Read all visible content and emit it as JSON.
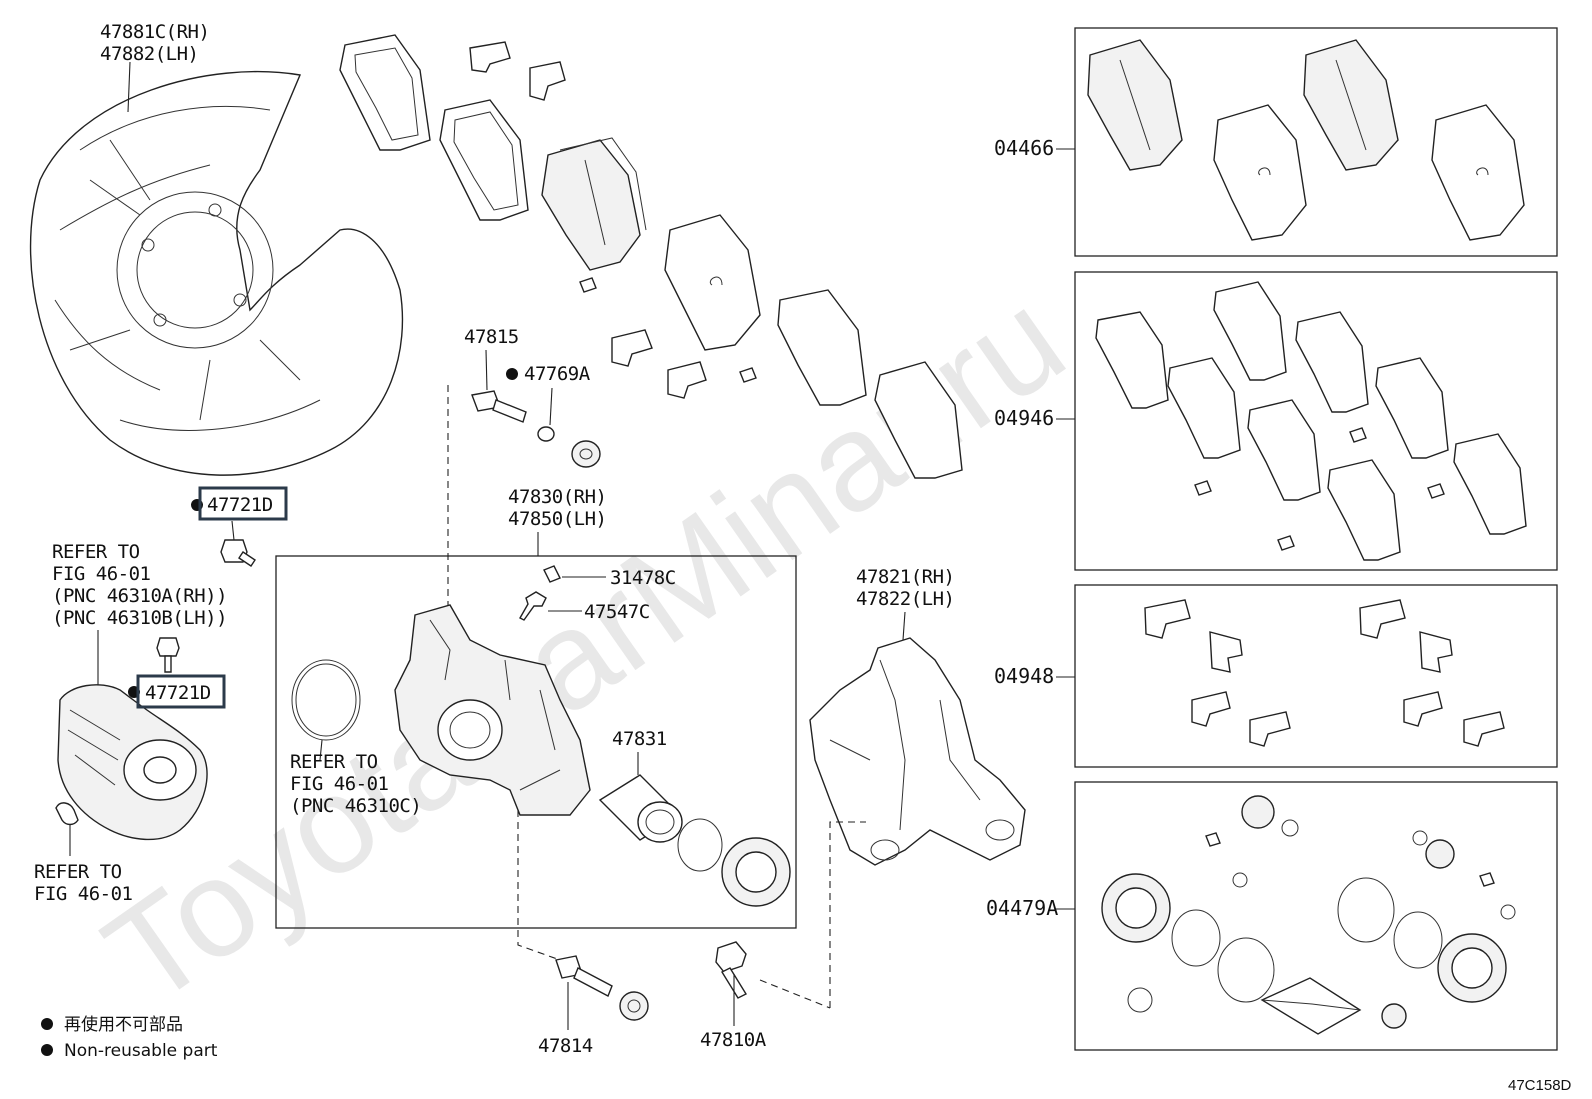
{
  "watermark": "ToyotaCarMinar.ru",
  "labels": {
    "dust_cover": [
      "47881C(RH)",
      "47882(LH)"
    ],
    "bolt_top": "47721D",
    "bolt_bottom": "47721D",
    "refer_actuator": [
      "REFER TO",
      "FIG 46-01",
      "(PNC 46310A(RH))",
      "(PNC 46310B(LH))"
    ],
    "refer_bottom_left": [
      "REFER TO",
      "FIG 46-01"
    ],
    "refer_seal": [
      "REFER TO",
      "FIG 46-01",
      "(PNC 46310C)"
    ],
    "pin_top": "47815",
    "pin_top_boot": "47769A",
    "cylinder": [
      "47830(RH)",
      "47850(LH)"
    ],
    "bleeder_cap": "31478C",
    "bleeder_plug": "47547C",
    "piston": "47831",
    "mounting": [
      "47821(RH)",
      "47822(LH)"
    ],
    "pin_bottom": "47814",
    "bolt_mount": "47810A"
  },
  "kits": [
    {
      "code": "04466"
    },
    {
      "code": "04946"
    },
    {
      "code": "04948"
    },
    {
      "code": "04479A"
    }
  ],
  "legend": {
    "jp": "再使用不可部品",
    "en": "Non-reusable part"
  },
  "figure_code": "47C158D"
}
